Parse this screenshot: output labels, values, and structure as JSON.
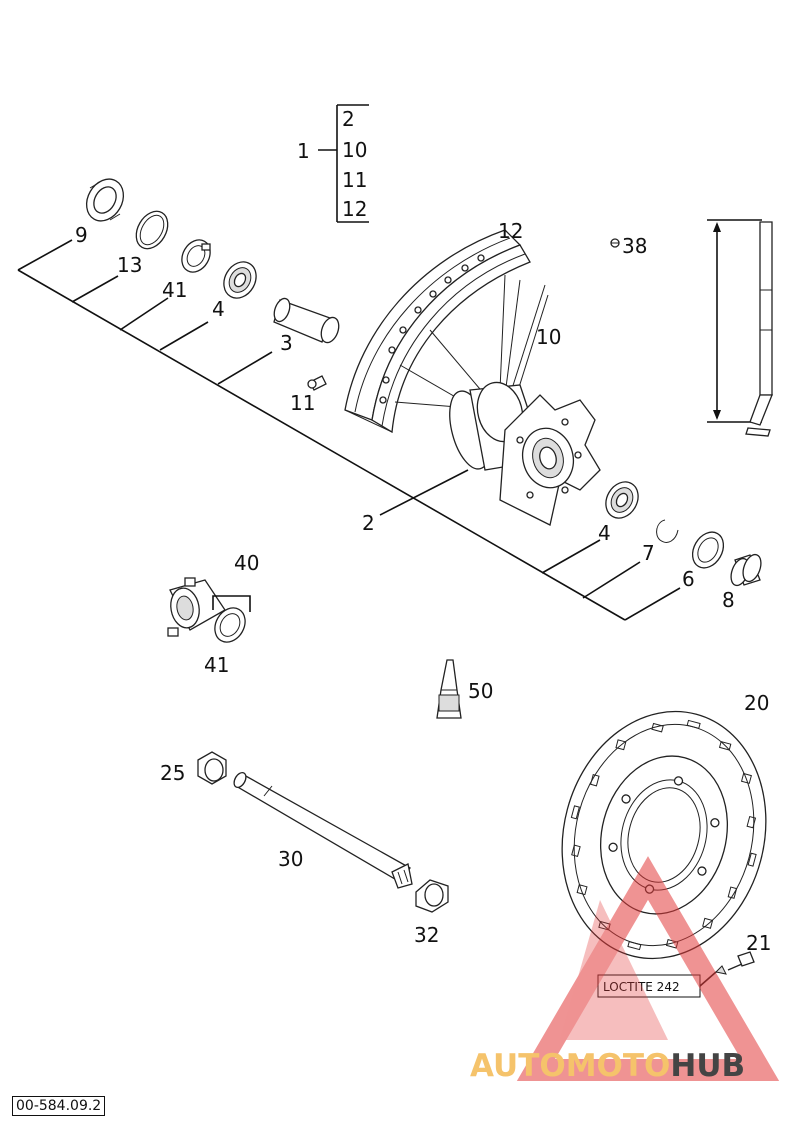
{
  "group_list": {
    "parent": "1",
    "children": [
      "2",
      "10",
      "11",
      "12"
    ]
  },
  "callouts": {
    "c2": "2",
    "c3": "3",
    "c4a": "4",
    "c4b": "4",
    "c6": "6",
    "c7": "7",
    "c8": "8",
    "c9": "9",
    "c10": "10",
    "c11": "11",
    "c12": "12",
    "c13": "13",
    "c20": "20",
    "c21": "21",
    "c25": "25",
    "c30": "30",
    "c32": "32",
    "c38": "38",
    "c40": "40",
    "c41a": "41",
    "c41b": "41",
    "c50": "50"
  },
  "note": "LOCTITE 242",
  "drawing_code": "00-584.09.2",
  "watermark": {
    "text_light": "AUTOMOTO",
    "text_dark": "HUB",
    "color_light": "#f5c36b",
    "color_dark": "#444444",
    "triangle_color": "#e23b3b"
  }
}
